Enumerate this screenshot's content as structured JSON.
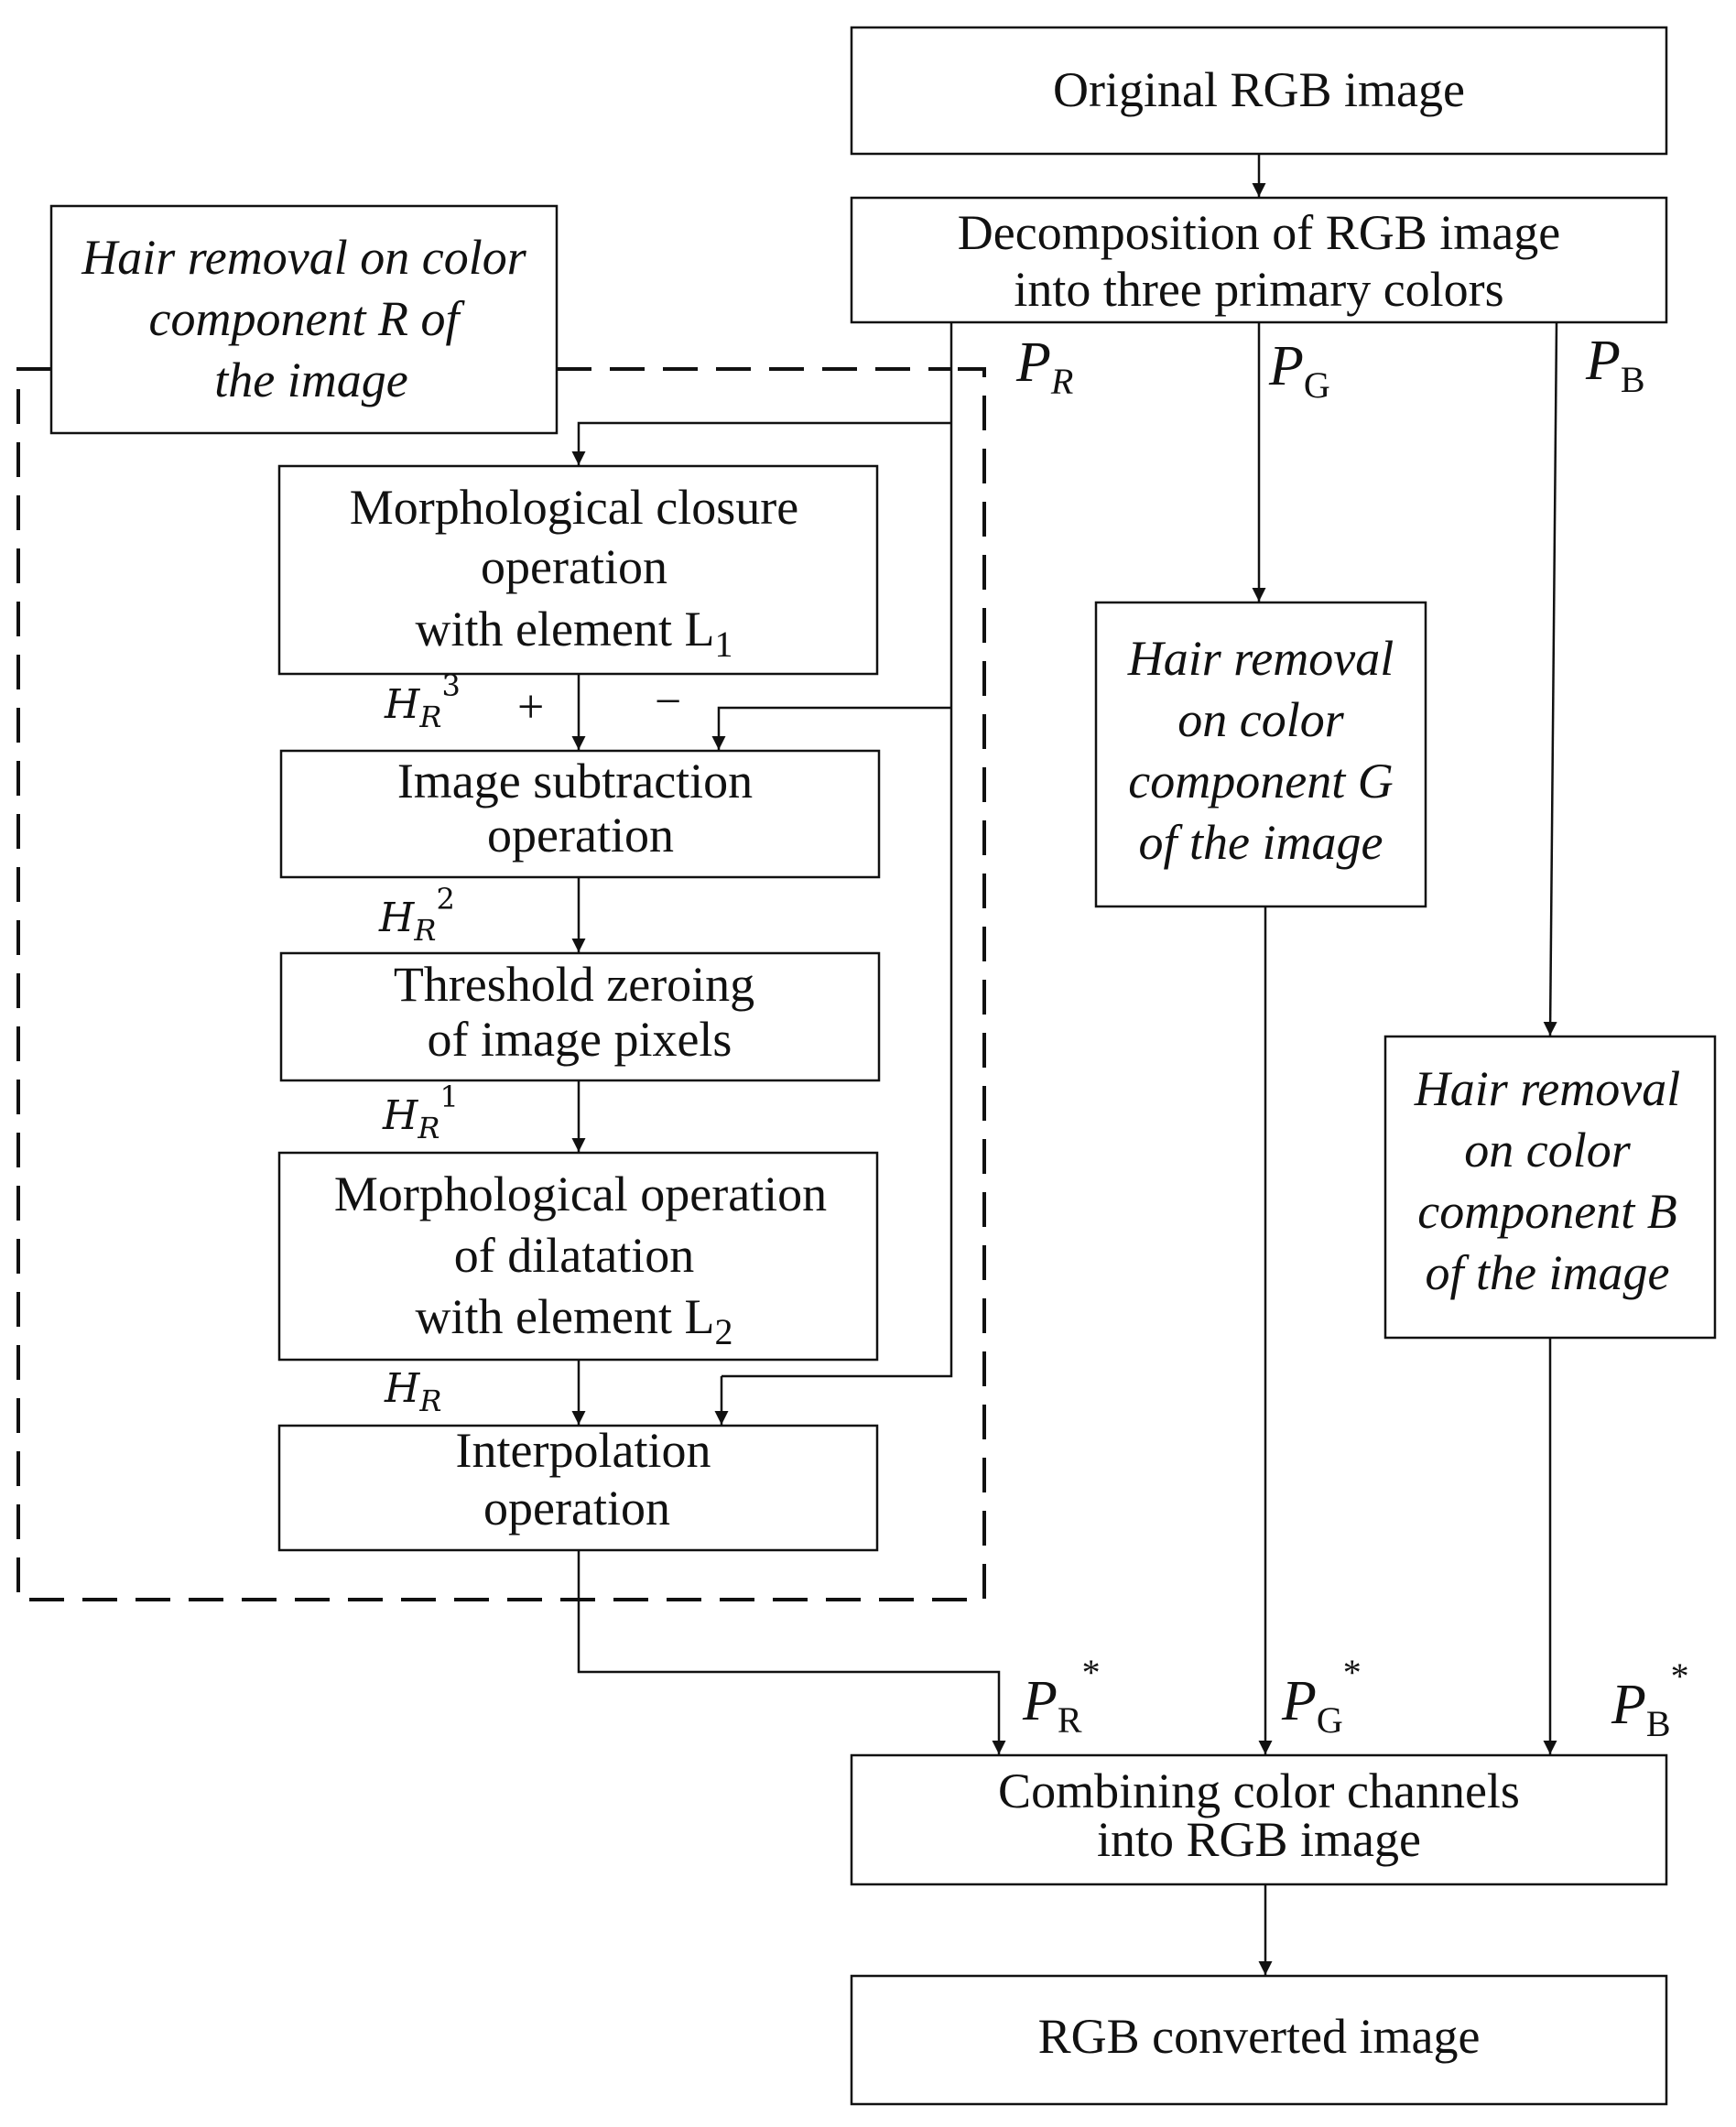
{
  "nodes": {
    "original": [
      "Original RGB image"
    ],
    "decomposition": [
      "Decomposition of RGB image",
      "into three primary colors"
    ],
    "hair_r": [
      "Hair removal on color",
      "component R of",
      "the image"
    ],
    "closure": [
      "Morphological closure",
      "operation",
      "with element L"
    ],
    "closure_sub": "1",
    "subtraction": [
      "Image subtraction",
      "operation"
    ],
    "threshold": [
      "Threshold zeroing",
      "of image pixels"
    ],
    "dilatation": [
      "Morphological operation",
      "of dilatation",
      "with element L"
    ],
    "dilatation_sub": "2",
    "interpolation": [
      "Interpolation",
      "operation"
    ],
    "hair_g": [
      "Hair removal",
      "on color",
      "component G",
      "of the image"
    ],
    "hair_b": [
      "Hair removal",
      "on color",
      "component B",
      "of the image"
    ],
    "combining": [
      "Combining color channels",
      "into RGB image"
    ],
    "converted": [
      "RGB converted image"
    ]
  },
  "labels": {
    "p": "P",
    "pr_sub": "R",
    "pg_sub": "G",
    "pb_sub": "B",
    "star": "*",
    "h": "H",
    "h_sub": "R",
    "h3": "3",
    "h2": "2",
    "h1": "1",
    "plus": "+",
    "minus": "−"
  }
}
